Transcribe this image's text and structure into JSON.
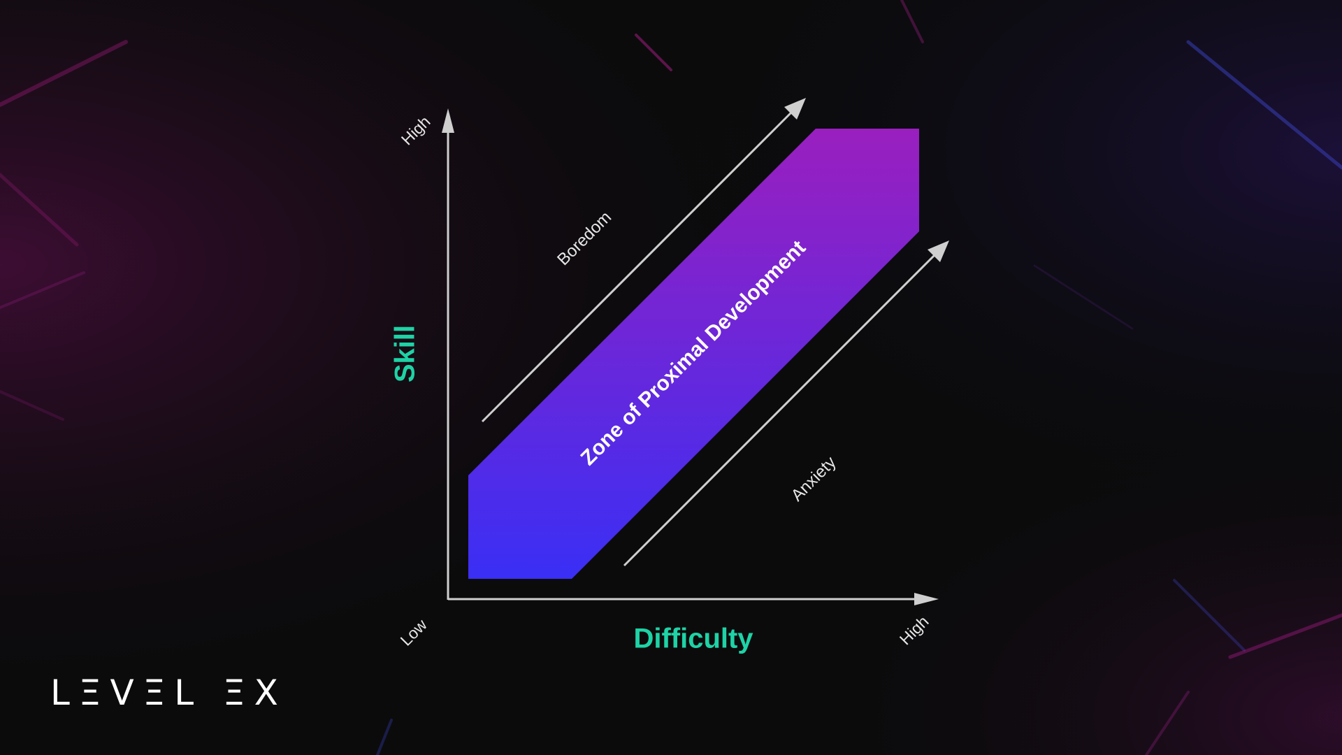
{
  "colors": {
    "background": "#0b0b0c",
    "axis_title": "#1ed3a6",
    "axis_line": "#cfcfcf",
    "zone_top": "#9a1fbf",
    "zone_bottom": "#3a2ff5",
    "accent_glow": "#c0209a"
  },
  "diagram": {
    "y_axis": {
      "title": "Skill",
      "high_label": "High"
    },
    "x_axis": {
      "title": "Difficulty",
      "low_label": "Low",
      "high_label": "High"
    },
    "zone_label": "Zone of Proximal Development",
    "upper_band_label": "Boredom",
    "lower_band_label": "Anxiety"
  },
  "brand": {
    "logo_text": "LΞVΞL ΞX"
  }
}
